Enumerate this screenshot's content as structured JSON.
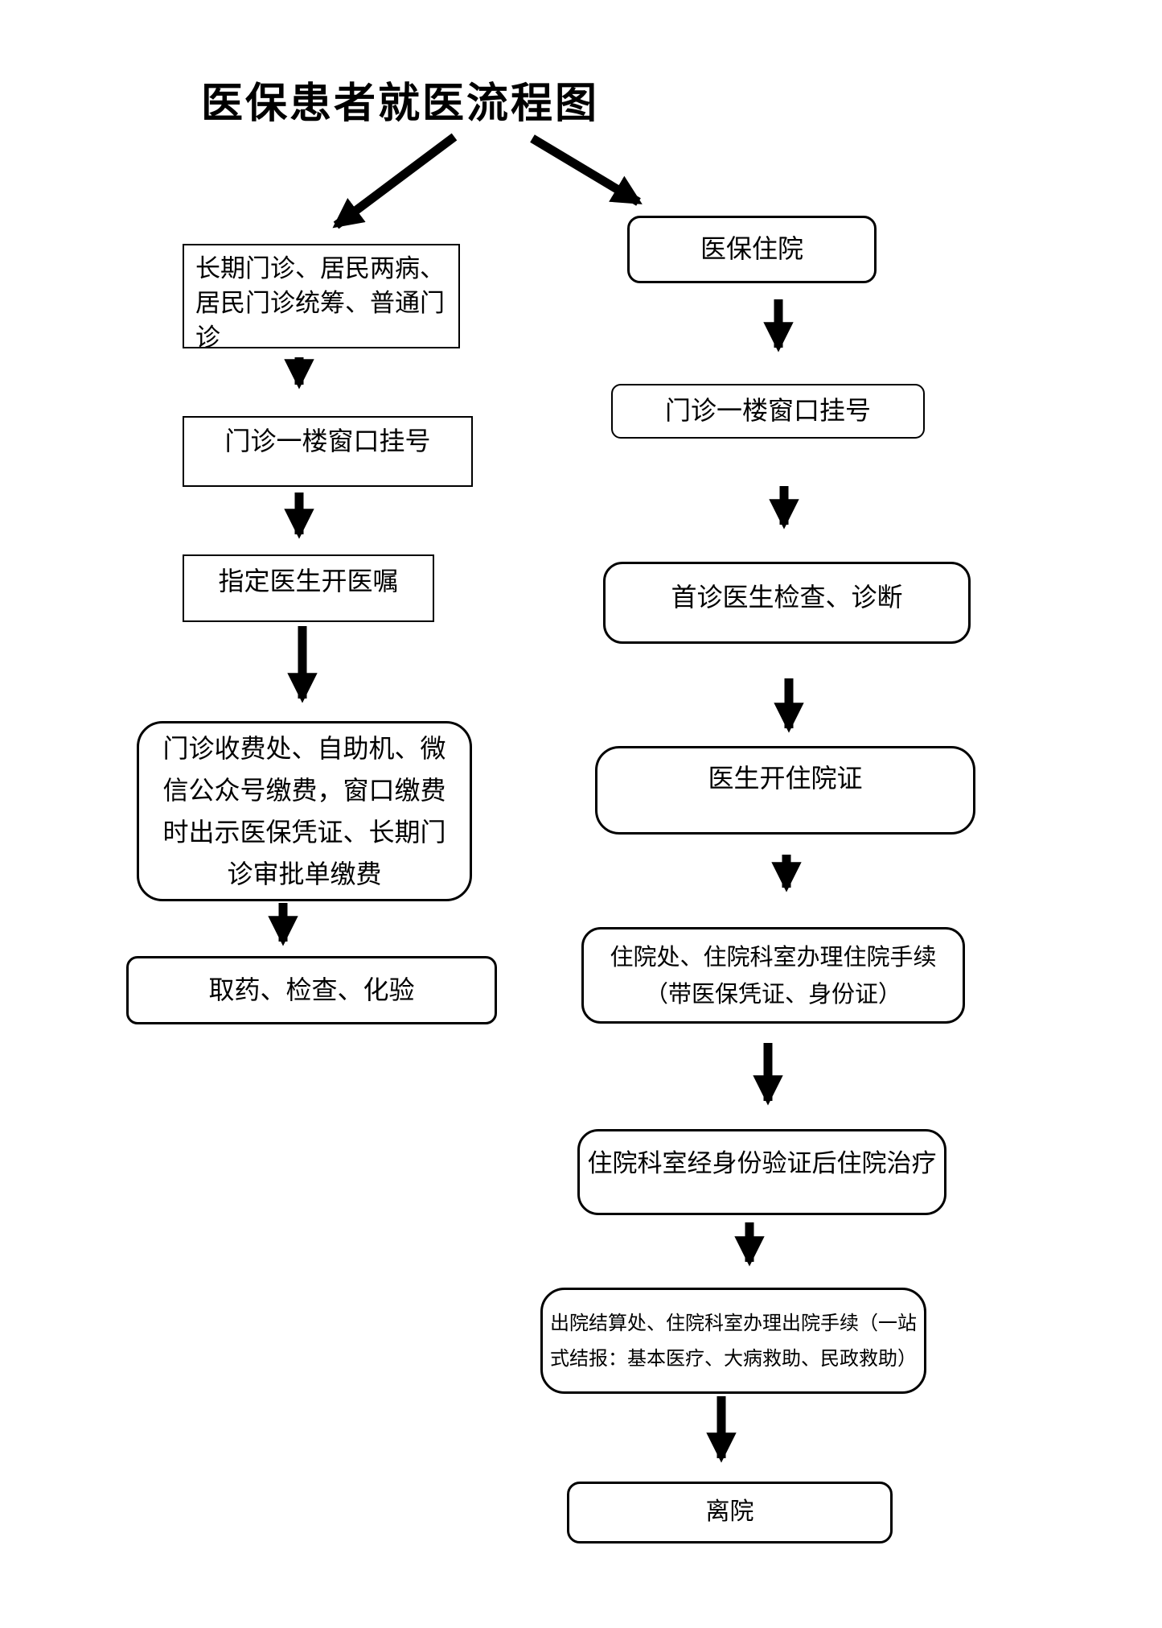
{
  "title": "医保患者就医流程图",
  "colors": {
    "background": "#ffffff",
    "line": "#000000",
    "text": "#000000"
  },
  "flow": {
    "left": {
      "steps": [
        {
          "label": "长期门诊、居民两病、\n居民门诊统筹、普通门\n诊"
        },
        {
          "label": "门诊一楼窗口挂号"
        },
        {
          "label": "指定医生开医嘱"
        },
        {
          "label": "门诊收费处、自助机、微\n信公众号缴费，窗口缴费\n时出示医保凭证、长期门\n诊审批单缴费"
        },
        {
          "label": "取药、检查、化验"
        }
      ]
    },
    "right": {
      "steps": [
        {
          "label": "医保住院"
        },
        {
          "label": "门诊一楼窗口挂号"
        },
        {
          "label": "首诊医生检查、诊断"
        },
        {
          "label": "医生开住院证"
        },
        {
          "label": "住院处、住院科室办理住院手续\n（带医保凭证、身份证）"
        },
        {
          "label": "住院科室经身份验证后住院治疗"
        },
        {
          "label": "出院结算处、住院科室办理出院手续（一站\n式结报：基本医疗、大病救助、民政救助）"
        },
        {
          "label": "离院"
        }
      ]
    }
  }
}
